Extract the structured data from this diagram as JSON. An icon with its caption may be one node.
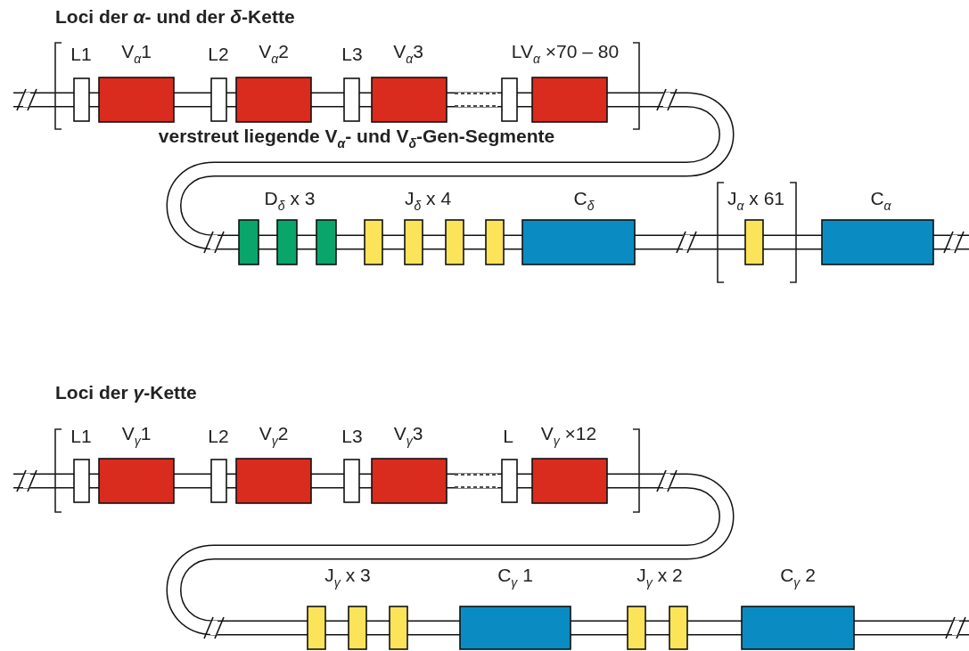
{
  "diagram": {
    "labels": [
      "Loci der *α*- und der *δ*-Kette",
      "L1",
      "V$_{α}$1",
      "L2",
      "V$_{α}$2",
      "L3",
      "V$_{α}$3",
      "LV$_{α}$ ×70 – 80",
      "verstreut liegende V$_{α}$- und V$_{δ}$-Gen-Segmente",
      "D$_{δ}$ x 3",
      "J$_{δ}$ x 4",
      "C$_{δ}$",
      "J$_{α}$ x 61",
      "C$_{α}$",
      "Loci der *γ*-Kette",
      "L1",
      "V$_{γ}$1",
      "L2",
      "V$_{γ}$2",
      "L3",
      "V$_{γ}$3",
      "L",
      "V$_{γ}$ ×12",
      "J$_{γ}$ x 3",
      "C$_{γ}$ 1",
      "J$_{γ}$ x 2",
      "C$_{γ}$ 2"
    ]
  }
}
